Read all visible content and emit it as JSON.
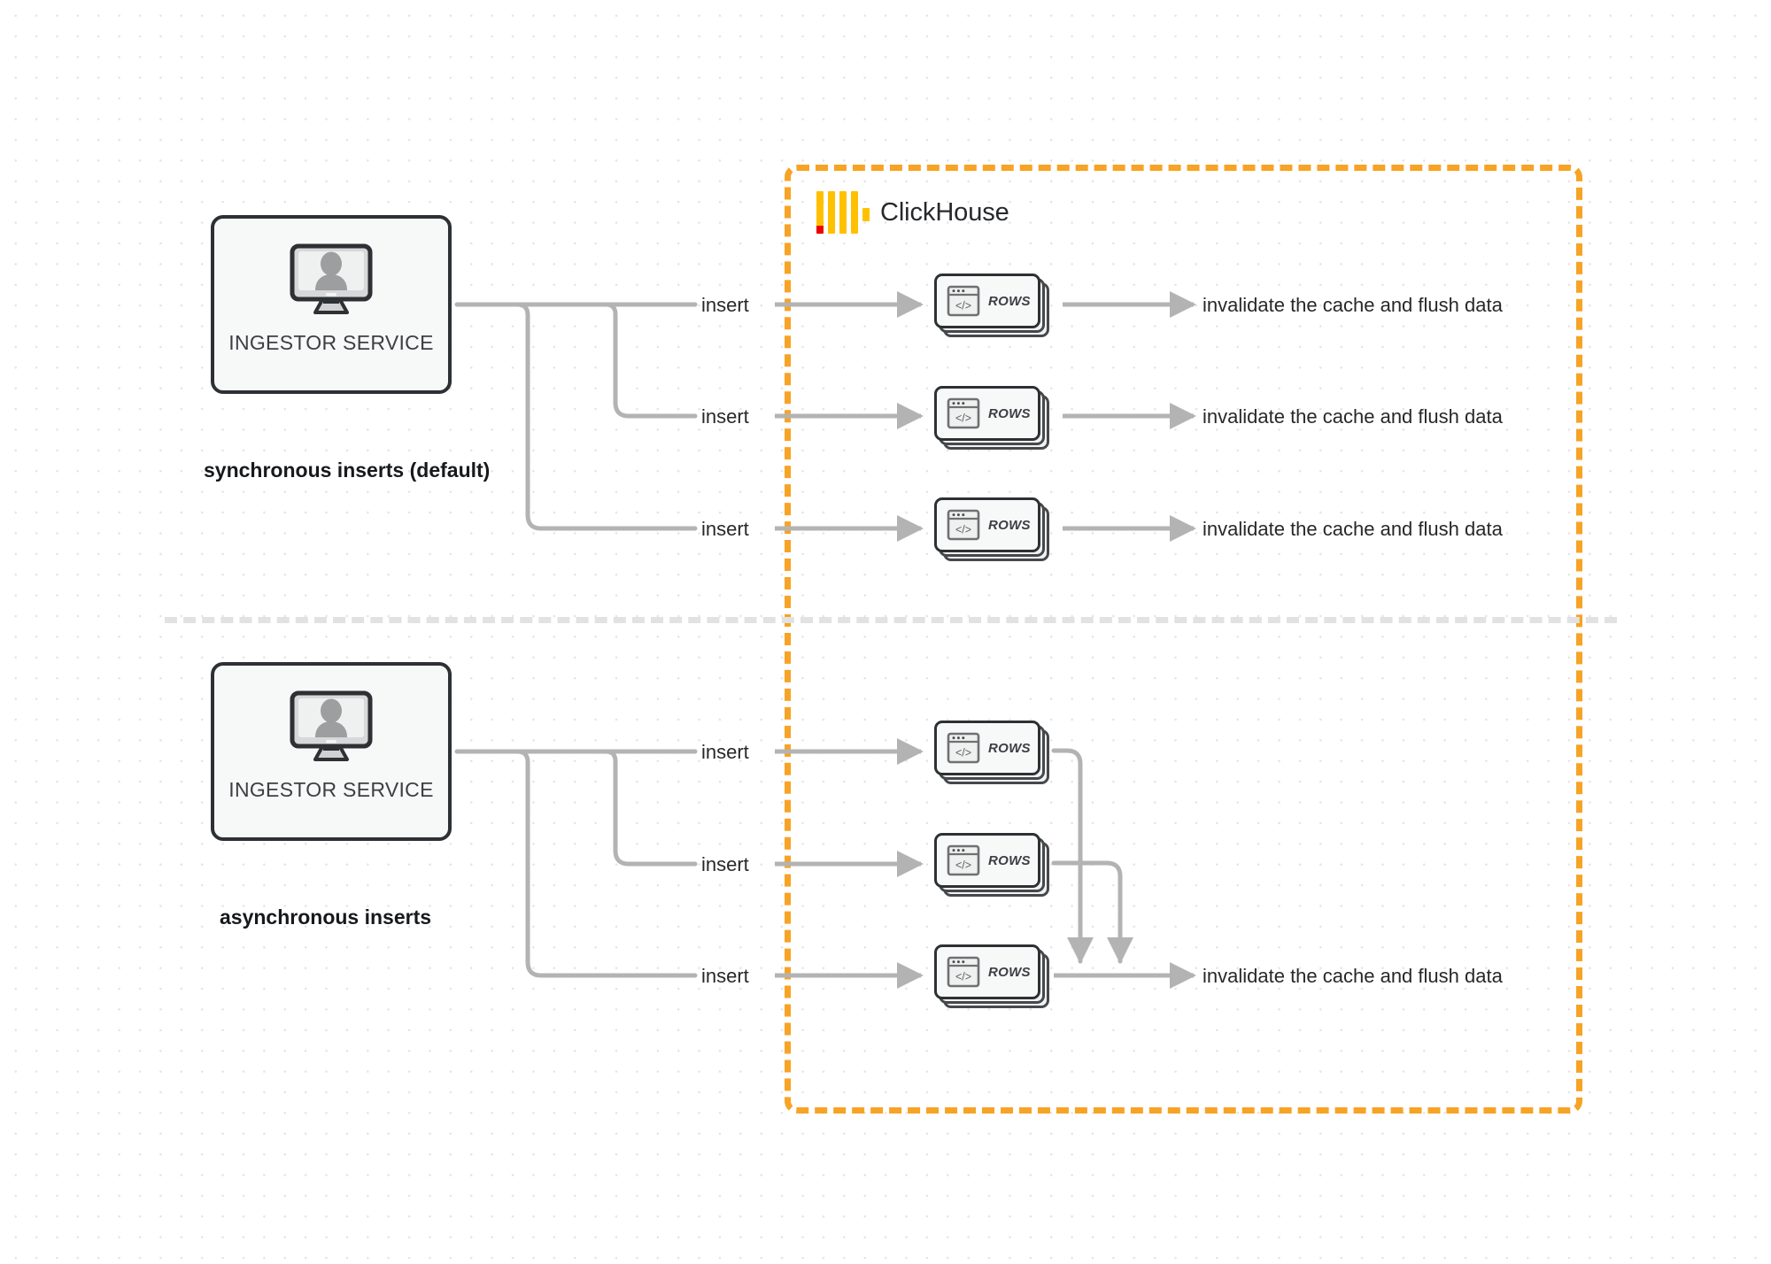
{
  "diagram": {
    "title": "ClickHouse synchronous vs asynchronous inserts",
    "colors": {
      "boundary_orange": "#F7A325",
      "logo_yellow": "#FFC000",
      "logo_red": "#EE0000",
      "wire_gray": "#B3B3B3",
      "node_outline": "#2D3134",
      "node_fill": "#F7F8F8",
      "divider_gray": "#E2E2E2",
      "background": "#FFFFFF",
      "dot_grid": "#E6E3E3"
    }
  },
  "boundary": {
    "label": "ClickHouse",
    "logo_name": "clickhouse-logo"
  },
  "sections": [
    {
      "id": "synchronous",
      "label": "synchronous inserts (default)",
      "source": {
        "caption": "INGESTOR SERVICE",
        "icon": "monitor-user-icon"
      },
      "branches": [
        {
          "edge_label": "insert",
          "node_label": "ROWS",
          "node_icon": "code-window-icon",
          "result_label": "invalidate the cache and flush data"
        },
        {
          "edge_label": "insert",
          "node_label": "ROWS",
          "node_icon": "code-window-icon",
          "result_label": "invalidate the cache and flush data"
        },
        {
          "edge_label": "insert",
          "node_label": "ROWS",
          "node_icon": "code-window-icon",
          "result_label": "invalidate the cache and flush data"
        }
      ]
    },
    {
      "id": "asynchronous",
      "label": "asynchronous inserts",
      "source": {
        "caption": "INGESTOR SERVICE",
        "icon": "monitor-user-icon"
      },
      "branches": [
        {
          "edge_label": "insert",
          "node_label": "ROWS",
          "node_icon": "code-window-icon"
        },
        {
          "edge_label": "insert",
          "node_label": "ROWS",
          "node_icon": "code-window-icon"
        },
        {
          "edge_label": "insert",
          "node_label": "ROWS",
          "node_icon": "code-window-icon"
        }
      ],
      "merged_result_label": "invalidate the cache and flush data"
    }
  ]
}
